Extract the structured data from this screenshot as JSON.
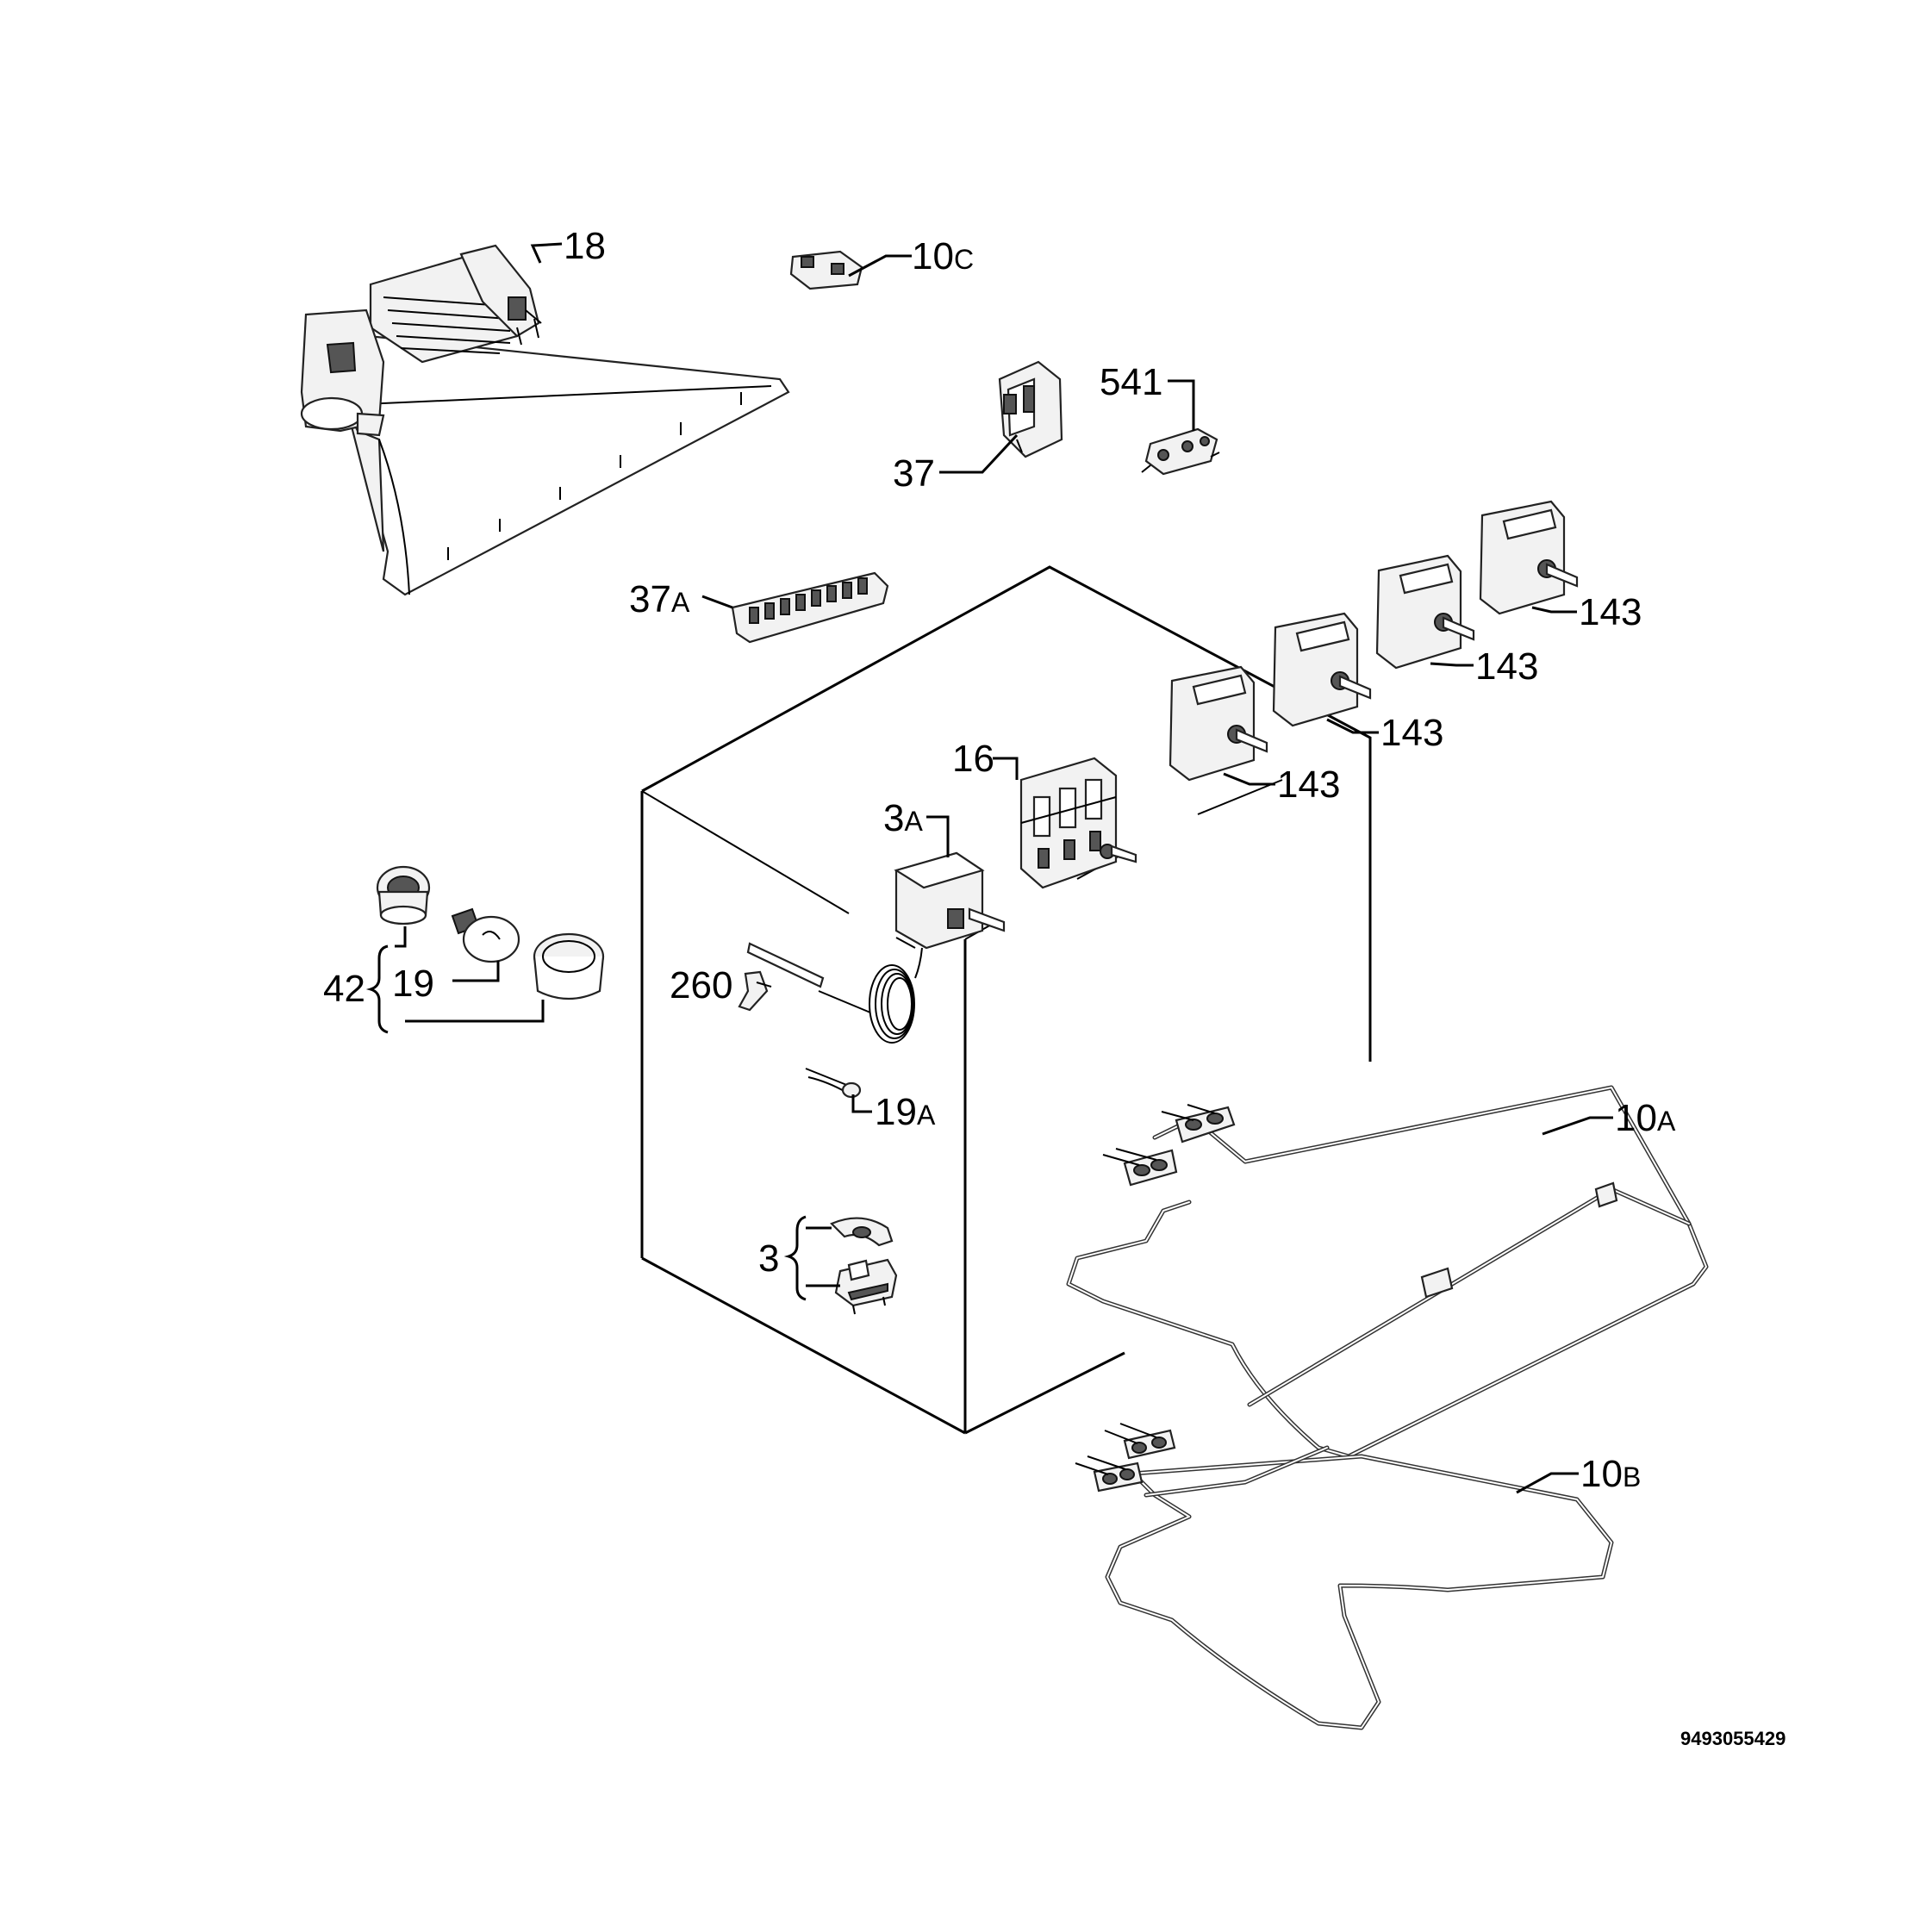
{
  "labels": {
    "p18": "18",
    "p10c": "10",
    "p10c_suffix": "C",
    "p541": "541",
    "p37": "37",
    "p37a": "37",
    "p37a_suffix": "A",
    "p143_1": "143",
    "p143_2": "143",
    "p143_3": "143",
    "p143_4": "143",
    "p16": "16",
    "p3a": "3",
    "p3a_suffix": "A",
    "p42": "42",
    "p19": "19",
    "p260": "260",
    "p19a": "19",
    "p19a_suffix": "A",
    "p10a": "10",
    "p10a_suffix": "A",
    "p3": "3",
    "p10b": "10",
    "p10b_suffix": "B"
  },
  "document_number": "9493055429"
}
